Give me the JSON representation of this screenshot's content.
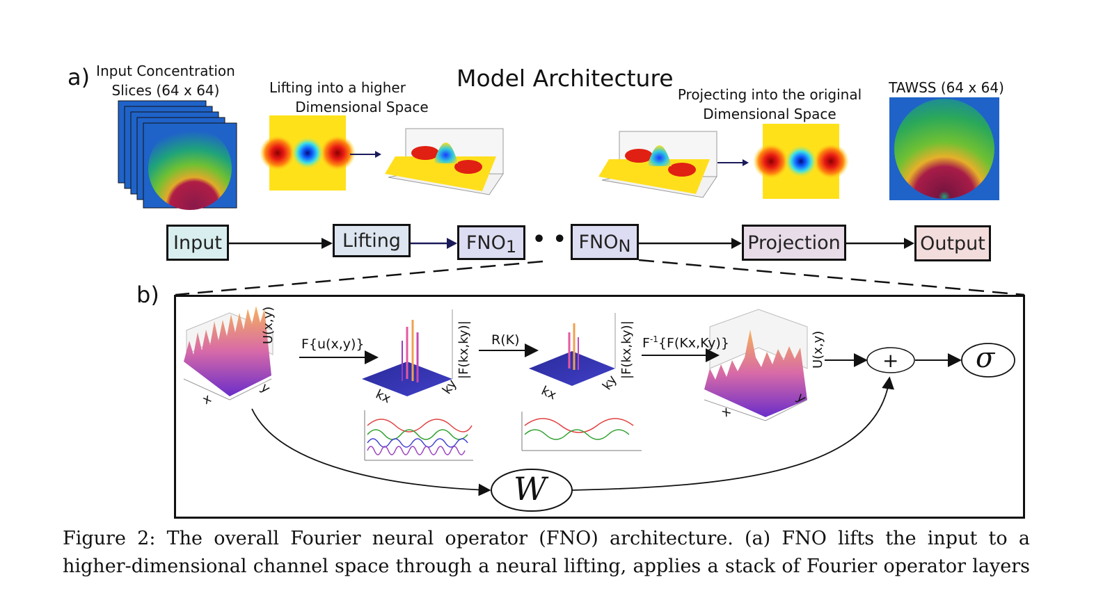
{
  "panel_a": {
    "letter": "a)",
    "title": "Model Architecture",
    "input_caption": [
      "Input Concentration",
      "Slices (64 x 64)"
    ],
    "lifting_caption": [
      "Lifting into a higher",
      "Dimensional Space"
    ],
    "projecting_caption": [
      "Projecting into the original",
      "Dimensional Space"
    ],
    "output_caption": "TAWSS (64 x 64)",
    "blocks": {
      "input": "Input",
      "lifting": "Lifting",
      "fno1_base": "FNO",
      "fno1_sub": "1",
      "dots": "• •",
      "fnon_base": "FNO",
      "fnon_sub": "N",
      "projection": "Projection",
      "output": "Output"
    },
    "colors": {
      "input_block": "#d9eeee",
      "lifting_block": "#dde6f0",
      "fno_block": "#dcdcf2",
      "projection_block": "#e8dce8",
      "output_block": "#f3dcdc"
    }
  },
  "panel_b": {
    "letter": "b)",
    "axis_u1": "U(x,y)",
    "axis_x1": "x",
    "axis_y1": "y",
    "op_fourier": "F{u(x,y)}",
    "axis_f1": "|F(kx,ky)|",
    "axis_kx1": "kx",
    "axis_ky1": "ky",
    "op_r": "R(K)",
    "axis_f2": "|F(kx,ky)|",
    "axis_kx2": "kx",
    "axis_ky2": "ky",
    "op_inverse_base": "F",
    "op_inverse_sup": "-1",
    "op_inverse_arg": "{F(Kx,Ky)}",
    "axis_u2": "U(x,y)",
    "axis_x2": "x",
    "axis_y2": "y",
    "plus": "+",
    "sigma": "σ",
    "weight": "W"
  },
  "caption": {
    "line1": "Figure 2:  The overall Fourier neural operator (FNO) architecture.  (a) FNO lifts the input to a",
    "line2": "higher-dimensional channel space through a neural lifting, applies a stack of Fourier operator layers"
  }
}
